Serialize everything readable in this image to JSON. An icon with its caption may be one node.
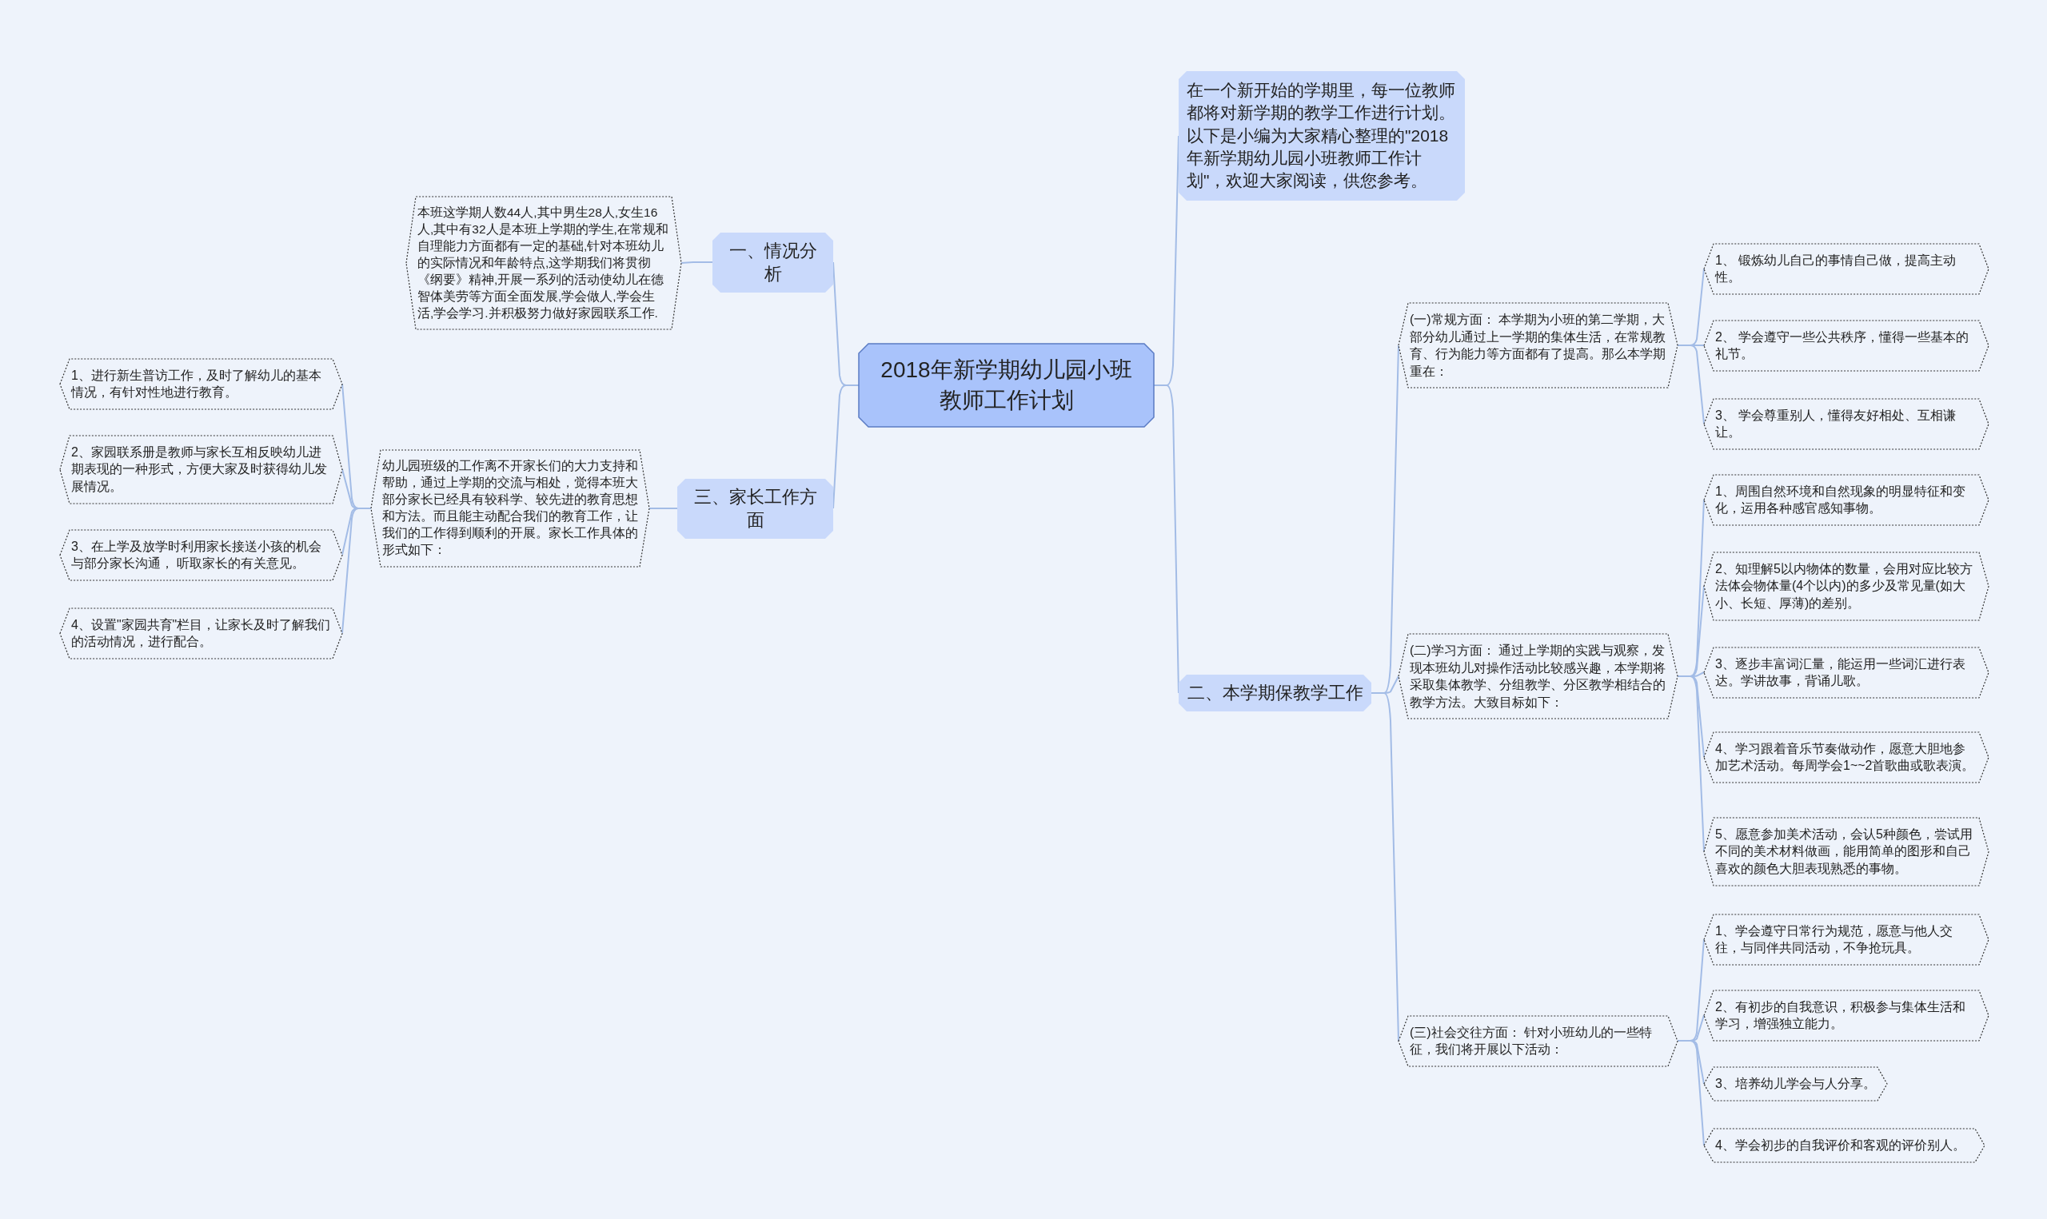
{
  "diagram": {
    "nodes": [
      {
        "text": [
          "2018年新学期幼儿园小班教师工作计划"
        ]
      },
      {
        "text": [
          "在一个新开始的学期里，每一位教师都将对新学期的教学工作进行计划。以下是小编为大家精心整理的\"2018年新学期幼儿园小班教师工作计划\"，欢迎大家阅读，供您参考。"
        ]
      },
      {
        "text": [
          "一、情况分析"
        ]
      },
      {
        "text": [
          "本班这学期人数44人,其中男生28人,女生16人,其中有32人是本班上学期的学生,在常规和自理能力方面都有一定的基础,针对本班幼儿的实际情况和年龄特点,这学期我们将贯彻《纲要》精神,开展一系列的活动使幼儿在德智体美劳等方面全面发展,学会做人,学会生活,学会学习.并积极努力做好家园联系工作."
        ]
      },
      {
        "text": [
          "三、家长工作方面"
        ]
      },
      {
        "text": [
          "幼儿园班级的工作离不开家长们的大力支持和帮助，通过上学期的交流与相处，觉得本班大部分家长已经具有较科学、较先进的教育思想和方法。而且能主动配合我们的教育工作，让我们的工作得到顺利的开展。家长工作具体的形式如下："
        ]
      },
      {
        "text": [
          "1、进行新生普访工作，及时了解幼儿的基本情况，有针对性地进行教育。"
        ]
      },
      {
        "text": [
          "2、家园联系册是教师与家长互相反映幼儿进期表现的一种形式，方便大家及时获得幼儿发展情况。"
        ]
      },
      {
        "text": [
          "3、在上学及放学时利用家长接送小孩的机会与部分家长沟通， 听取家长的有关意见。"
        ]
      },
      {
        "text": [
          "4、设置\"家园共育\"栏目，让家长及时了解我们的活动情况，进行配合。"
        ]
      },
      {
        "text": [
          "二、本学期保教学工作"
        ]
      },
      {
        "text": [
          "(一)常规方面： 本学期为小班的第二学期，大部分幼儿通过上一学期的集体生活，在常规教育、行为能力等方面都有了提高。那么本学期重在："
        ]
      },
      {
        "text": [
          "1、 锻炼幼儿自己的事情自己做，提高主动性。"
        ]
      },
      {
        "text": [
          "2、 学会遵守一些公共秩序，懂得一些基本的礼节。"
        ]
      },
      {
        "text": [
          "3、 学会尊重别人，懂得友好相处、互相谦让。"
        ]
      },
      {
        "text": [
          "(二)学习方面： 通过上学期的实践与观察，发现本班幼儿对操作活动比较感兴趣，本学期将采取集体教学、分组教学、分区教学相结合的教学方法。大致目标如下："
        ]
      },
      {
        "text": [
          "1、周围自然环境和自然现象的明显特征和变化，运用各种感官感知事物。"
        ]
      },
      {
        "text": [
          "2、知理解5以内物体的数量，会用对应比较方法体会物体量(4个以内)的多少及常见量(如大小、长短、厚薄)的差别。"
        ]
      },
      {
        "text": [
          "3、逐步丰富词汇量，能运用一些词汇进行表达。学讲故事，背诵儿歌。"
        ]
      },
      {
        "text": [
          "4、学习跟着音乐节奏做动作，愿意大胆地参加艺术活动。每周学会1~~2首歌曲或歌表演。"
        ]
      },
      {
        "text": [
          "5、愿意参加美术活动，会认5种颜色，尝试用不同的美术材料做画，能用简单的图形和自己喜欢的颜色大胆表现熟悉的事物。"
        ]
      },
      {
        "text": [
          "(三)社会交往方面： 针对小班幼儿的一些特征，我们将开展以下活动："
        ]
      },
      {
        "text": [
          "1、学会遵守日常行为规范，愿意与他人交往，与同伴共同活动，不争抢玩具。"
        ]
      },
      {
        "text": [
          "2、有初步的自我意识，积极参与集体生活和学习，增强独立能力。"
        ]
      },
      {
        "text": [
          "3、培养幼儿学会与人分享。"
        ]
      },
      {
        "text": [
          "4、学会初步的自我评价和客观的评价别人。"
        ]
      }
    ],
    "edges": [
      {
        "from": 0,
        "to": 1,
        "arrow": "none"
      },
      {
        "from": 0,
        "to": 2,
        "arrow": "none"
      },
      {
        "from": 2,
        "to": 3,
        "arrow": "none"
      },
      {
        "from": 0,
        "to": 4,
        "arrow": "none"
      },
      {
        "from": 4,
        "to": 5,
        "arrow": "none"
      },
      {
        "from": 5,
        "to": 6,
        "arrow": "none"
      },
      {
        "from": 5,
        "to": 7,
        "arrow": "none"
      },
      {
        "from": 5,
        "to": 8,
        "arrow": "none"
      },
      {
        "from": 5,
        "to": 9,
        "arrow": "none"
      },
      {
        "from": 0,
        "to": 10,
        "arrow": "none"
      },
      {
        "from": 10,
        "to": 11,
        "arrow": "none"
      },
      {
        "from": 11,
        "to": 12,
        "arrow": "none"
      },
      {
        "from": 11,
        "to": 13,
        "arrow": "none"
      },
      {
        "from": 11,
        "to": 14,
        "arrow": "none"
      },
      {
        "from": 10,
        "to": 15,
        "arrow": "none"
      },
      {
        "from": 15,
        "to": 16,
        "arrow": "none"
      },
      {
        "from": 15,
        "to": 17,
        "arrow": "none"
      },
      {
        "from": 15,
        "to": 18,
        "arrow": "none"
      },
      {
        "from": 15,
        "to": 19,
        "arrow": "none"
      },
      {
        "from": 15,
        "to": 20,
        "arrow": "none"
      },
      {
        "from": 10,
        "to": 21,
        "arrow": "none"
      },
      {
        "from": 21,
        "to": 22,
        "arrow": "none"
      },
      {
        "from": 21,
        "to": 23,
        "arrow": "none"
      },
      {
        "from": 21,
        "to": 24,
        "arrow": "none"
      },
      {
        "from": 21,
        "to": 25,
        "arrow": "none"
      }
    ]
  }
}
